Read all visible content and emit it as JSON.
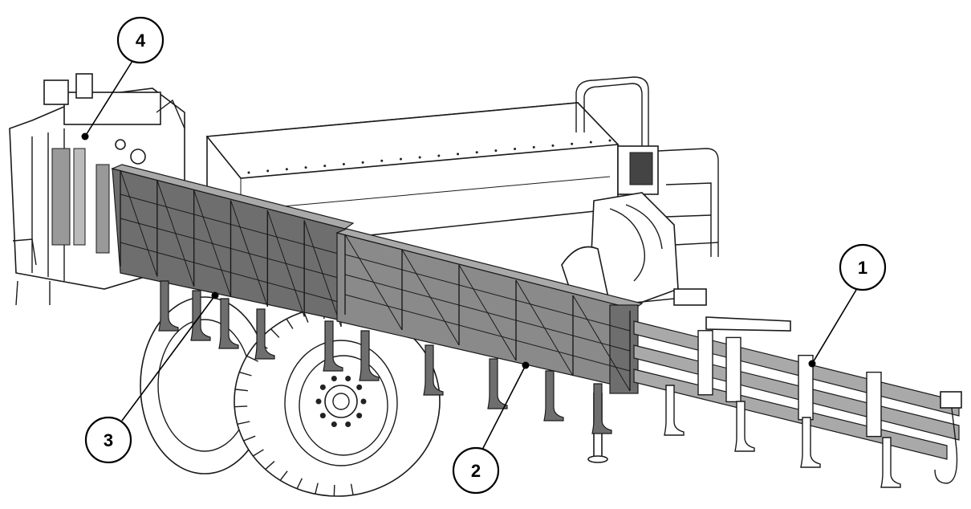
{
  "callouts": [
    {
      "id": "1",
      "label": "1"
    },
    {
      "id": "2",
      "label": "2"
    },
    {
      "id": "3",
      "label": "3"
    },
    {
      "id": "4",
      "label": "4"
    }
  ],
  "colors": {
    "boom_dark": "#6e6e6e",
    "boom_light": "#a9a9a9",
    "outline": "#1a1a1a",
    "background": "#ffffff"
  }
}
